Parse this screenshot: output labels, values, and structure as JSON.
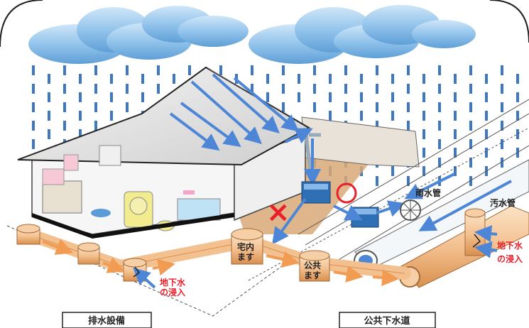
{
  "labels": {
    "rain_pipe": "雨水管",
    "sewage_pipe": "汚水管",
    "groundwater_line1": "地下水",
    "groundwater_line2": "の浸入",
    "takunai_line1": "宅内",
    "takunai_line2": "ます",
    "kokyo_line1": "公共",
    "kokyo_line2": "ます",
    "drainage_facility": "排水設備",
    "public_sewer": "公共下水道"
  },
  "colors": {
    "rain": "#3f78c0",
    "arrow_blue": "#4d86d6",
    "arrow_orange": "#f29b52",
    "pipe_orange": "#f3c08f",
    "annotation_red": "#e8202a",
    "cloud": "#8ec1ea",
    "ground": "#d9a878"
  },
  "marks": {
    "cross": "×",
    "circle": "○"
  }
}
